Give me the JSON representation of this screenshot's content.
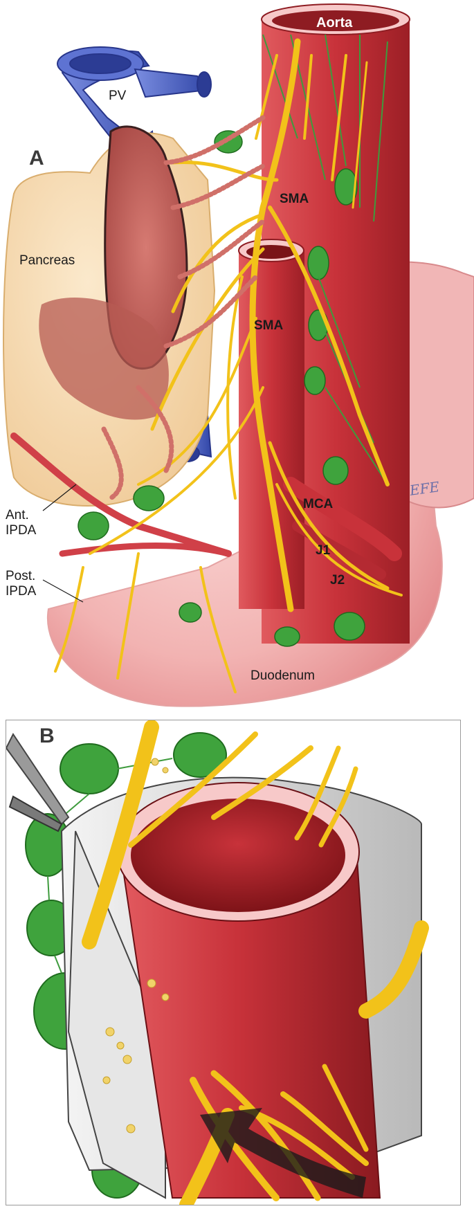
{
  "panel_a": {
    "letter": "A",
    "labels": {
      "aorta": "Aorta",
      "pv": "PV",
      "pancreas": "Pancreas",
      "sma_upper": "SMA",
      "sma_lower": "SMA",
      "mca": "MCA",
      "j1": "J1",
      "j2": "J2",
      "ant_ipda_line1": "Ant.",
      "ant_ipda_line2": "IPDA",
      "post_ipda_line1": "Post.",
      "post_ipda_line2": "IPDA",
      "duodenum": "Duodenum"
    },
    "signature": "EFE"
  },
  "panel_b": {
    "letter": "B"
  },
  "colors": {
    "artery": "#c8323a",
    "artery_dark": "#8e1c22",
    "vein": "#4a5fc4",
    "nerve": "#f2c21a",
    "lymph": "#3fa33d",
    "pancreas": "#f3d6a8",
    "tumor": "#c2665f",
    "duodenum": "#f3c2c0"
  }
}
